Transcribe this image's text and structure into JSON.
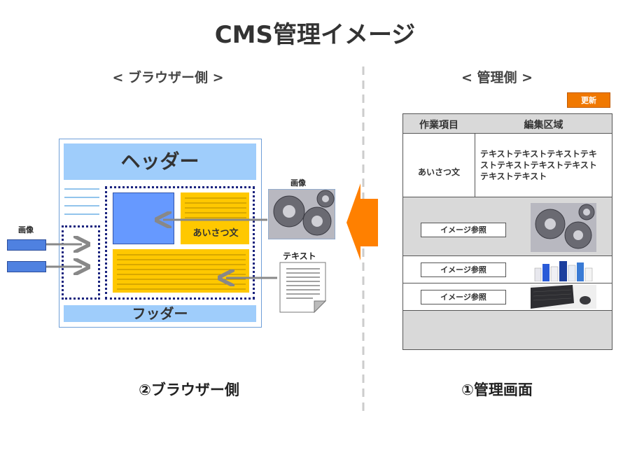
{
  "title": "CMS管理イメージ",
  "browser_heading": "< ブラウザー側 >",
  "admin_heading": "< 管理側 >",
  "browser_mock": {
    "header_label": "ヘッダー",
    "footer_label": "フッダー",
    "greeting_label": "あいさつ文"
  },
  "inputs": {
    "image_label_left": "画像",
    "image_label_top": "画像",
    "text_label": "テキスト"
  },
  "admin": {
    "update_button": "更新",
    "columns": [
      "作業項目",
      "編集区域"
    ],
    "row_greeting_label": "あいさつ文",
    "row_greeting_text": "テキストテキストテキストテキストテキストテキストテキストテキストテキスト",
    "image_ref_button": "イメージ参照"
  },
  "captions": {
    "browser": "②ブラウザー側",
    "admin": "①管理画面"
  },
  "colors": {
    "header_blue": "#9fcdfb",
    "content_yellow": "#ffc800",
    "image_blue": "#6699ff",
    "arrow_orange": "#ff8000",
    "update_orange": "#f07800",
    "dotted_navy": "#1a237e"
  }
}
